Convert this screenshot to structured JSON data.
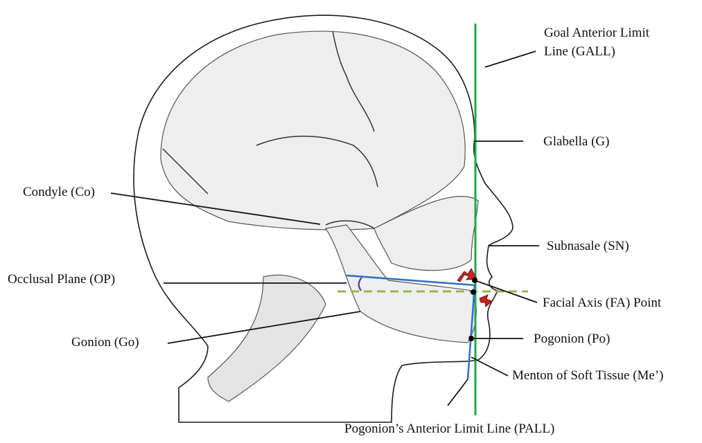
{
  "labels": {
    "gall_line1": "Goal Anterior Limit",
    "gall_line2": "Line (GALL)",
    "glabella": "Glabella (G)",
    "condyle": "Condyle (Co)",
    "subnasale": "Subnasale (SN)",
    "occlusal_plane": "Occlusal Plane (OP)",
    "facial_axis": "Facial Axis  (FA) Point",
    "pogonion": "Pogonion (Po)",
    "gonion": "Gonion (Go)",
    "menton": "Menton of Soft Tissue (Me’)",
    "pall": "Pogonion’s Anterior Limit Line (PALL)"
  },
  "colors": {
    "gall_line": "#1fa84a",
    "reference_lines": "#2f73c9",
    "dashed_line": "#8dbb45",
    "angle_arc": "#6a3fa0",
    "arrows": "#c8251f",
    "outline": "#1a1a1a",
    "bone_fill": "#eeeeee"
  }
}
